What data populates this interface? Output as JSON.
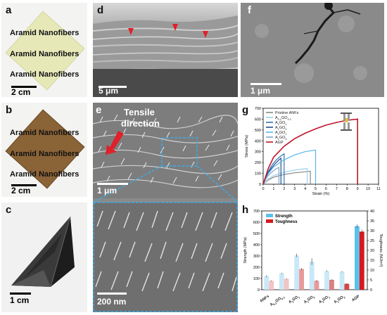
{
  "panels": {
    "a": {
      "label": "a",
      "film_lines": [
        "Aramid Nanofibers",
        "Aramid Nanofibers",
        "Aramid Nanofibers"
      ],
      "scale": "2 cm"
    },
    "b": {
      "label": "b",
      "film_lines": [
        "Aramid Nanofibers",
        "Aramid Nanofibers",
        "Aramid Nanofibers"
      ],
      "scale": "2 cm"
    },
    "c": {
      "label": "c",
      "scale": "1 cm"
    },
    "d": {
      "label": "d",
      "scale": "5 μm"
    },
    "e": {
      "label": "e",
      "annotation_line1": "Tensile",
      "annotation_line2": "direction",
      "scale_top": "1 μm",
      "scale_bottom": "200 nm"
    },
    "f": {
      "label": "f",
      "scale": "1 μm"
    },
    "g": {
      "label": "g"
    },
    "h": {
      "label": "h"
    }
  },
  "colors": {
    "strength": "#5bc0eb",
    "toughness": "#d7191c"
  },
  "chart_data": [
    {
      "panel": "g",
      "type": "line",
      "xlabel": "Strain (%)",
      "ylabel": "Stress (MPa)",
      "xlim": [
        0,
        11
      ],
      "ylim": [
        0,
        700
      ],
      "xticks": [
        0,
        1,
        2,
        3,
        4,
        5,
        6,
        7,
        8,
        9,
        10,
        11
      ],
      "yticks": [
        0,
        100,
        200,
        300,
        400,
        500,
        600,
        700
      ],
      "series": [
        {
          "name": "Pristine ANFs",
          "color": "#888888",
          "points": [
            [
              0,
              0
            ],
            [
              0.5,
              40
            ],
            [
              1,
              65
            ],
            [
              2,
              90
            ],
            [
              3,
              105
            ],
            [
              4,
              115
            ],
            [
              4.5,
              120
            ],
            [
              4.5,
              0
            ]
          ]
        },
        {
          "name": "A0.1GO0.1",
          "color": "#9fd2ef",
          "points": [
            [
              0,
              0
            ],
            [
              0.5,
              50
            ],
            [
              1,
              80
            ],
            [
              2,
              110
            ],
            [
              3,
              130
            ],
            [
              4.2,
              145
            ],
            [
              4.2,
              0
            ]
          ]
        },
        {
          "name": "A1GO1",
          "color": "#2e75b6",
          "points": [
            [
              0,
              0
            ],
            [
              0.4,
              100
            ],
            [
              0.8,
              170
            ],
            [
              1.2,
              220
            ],
            [
              1.6,
              255
            ],
            [
              2,
              280
            ],
            [
              2,
              0
            ]
          ]
        },
        {
          "name": "A1GO2",
          "color": "#1f4e8c",
          "points": [
            [
              0,
              0
            ],
            [
              0.4,
              90
            ],
            [
              0.8,
              150
            ],
            [
              1.2,
              195
            ],
            [
              1.5,
              225
            ],
            [
              1.7,
              240
            ],
            [
              1.7,
              0
            ]
          ]
        },
        {
          "name": "A2GO1",
          "color": "#56b4e9",
          "points": [
            [
              0,
              0
            ],
            [
              0.5,
              100
            ],
            [
              1,
              160
            ],
            [
              2,
              225
            ],
            [
              3,
              270
            ],
            [
              4,
              300
            ],
            [
              5,
              315
            ],
            [
              5,
              0
            ]
          ]
        },
        {
          "name": "A1GO3",
          "color": "#7fa7c9",
          "points": [
            [
              0,
              0
            ],
            [
              0.4,
              70
            ],
            [
              0.8,
              110
            ],
            [
              1.2,
              140
            ],
            [
              1.5,
              155
            ],
            [
              1.5,
              0
            ]
          ]
        },
        {
          "name": "AGP",
          "color": "#c0142a",
          "points": [
            [
              0,
              0
            ],
            [
              0.5,
              150
            ],
            [
              1,
              250
            ],
            [
              2,
              350
            ],
            [
              3,
              420
            ],
            [
              4,
              470
            ],
            [
              5,
              510
            ],
            [
              6,
              545
            ],
            [
              7,
              570
            ],
            [
              8,
              590
            ],
            [
              9,
              600
            ],
            [
              9,
              0
            ]
          ]
        }
      ]
    },
    {
      "panel": "h",
      "type": "bar",
      "categories": [
        "ANFs",
        "A0.1GO0.1",
        "A1GO1",
        "A1GO2",
        "A2GO1",
        "A1GO3",
        "AGP"
      ],
      "ylabel": "Strength (MPa)",
      "y2label": "Toughness (MJ/m³)",
      "ylim": [
        0,
        700
      ],
      "y2lim": [
        0,
        40
      ],
      "yticks": [
        0,
        100,
        200,
        300,
        400,
        500,
        600,
        700
      ],
      "y2ticks": [
        0,
        5,
        10,
        15,
        20,
        25,
        30,
        35,
        40
      ],
      "series": [
        {
          "name": "Strength",
          "axis": "left",
          "values": [
            120,
            145,
            305,
            250,
            165,
            160,
            565
          ],
          "errors": [
            8,
            6,
            15,
            30,
            6,
            5,
            15
          ]
        },
        {
          "name": "Toughness",
          "axis": "right",
          "values": [
            4.5,
            5.5,
            10.5,
            4.5,
            5,
            3,
            29.5
          ],
          "errors": [
            0.3,
            0.3,
            0.5,
            0.5,
            0.3,
            0.3,
            1
          ]
        }
      ]
    }
  ]
}
